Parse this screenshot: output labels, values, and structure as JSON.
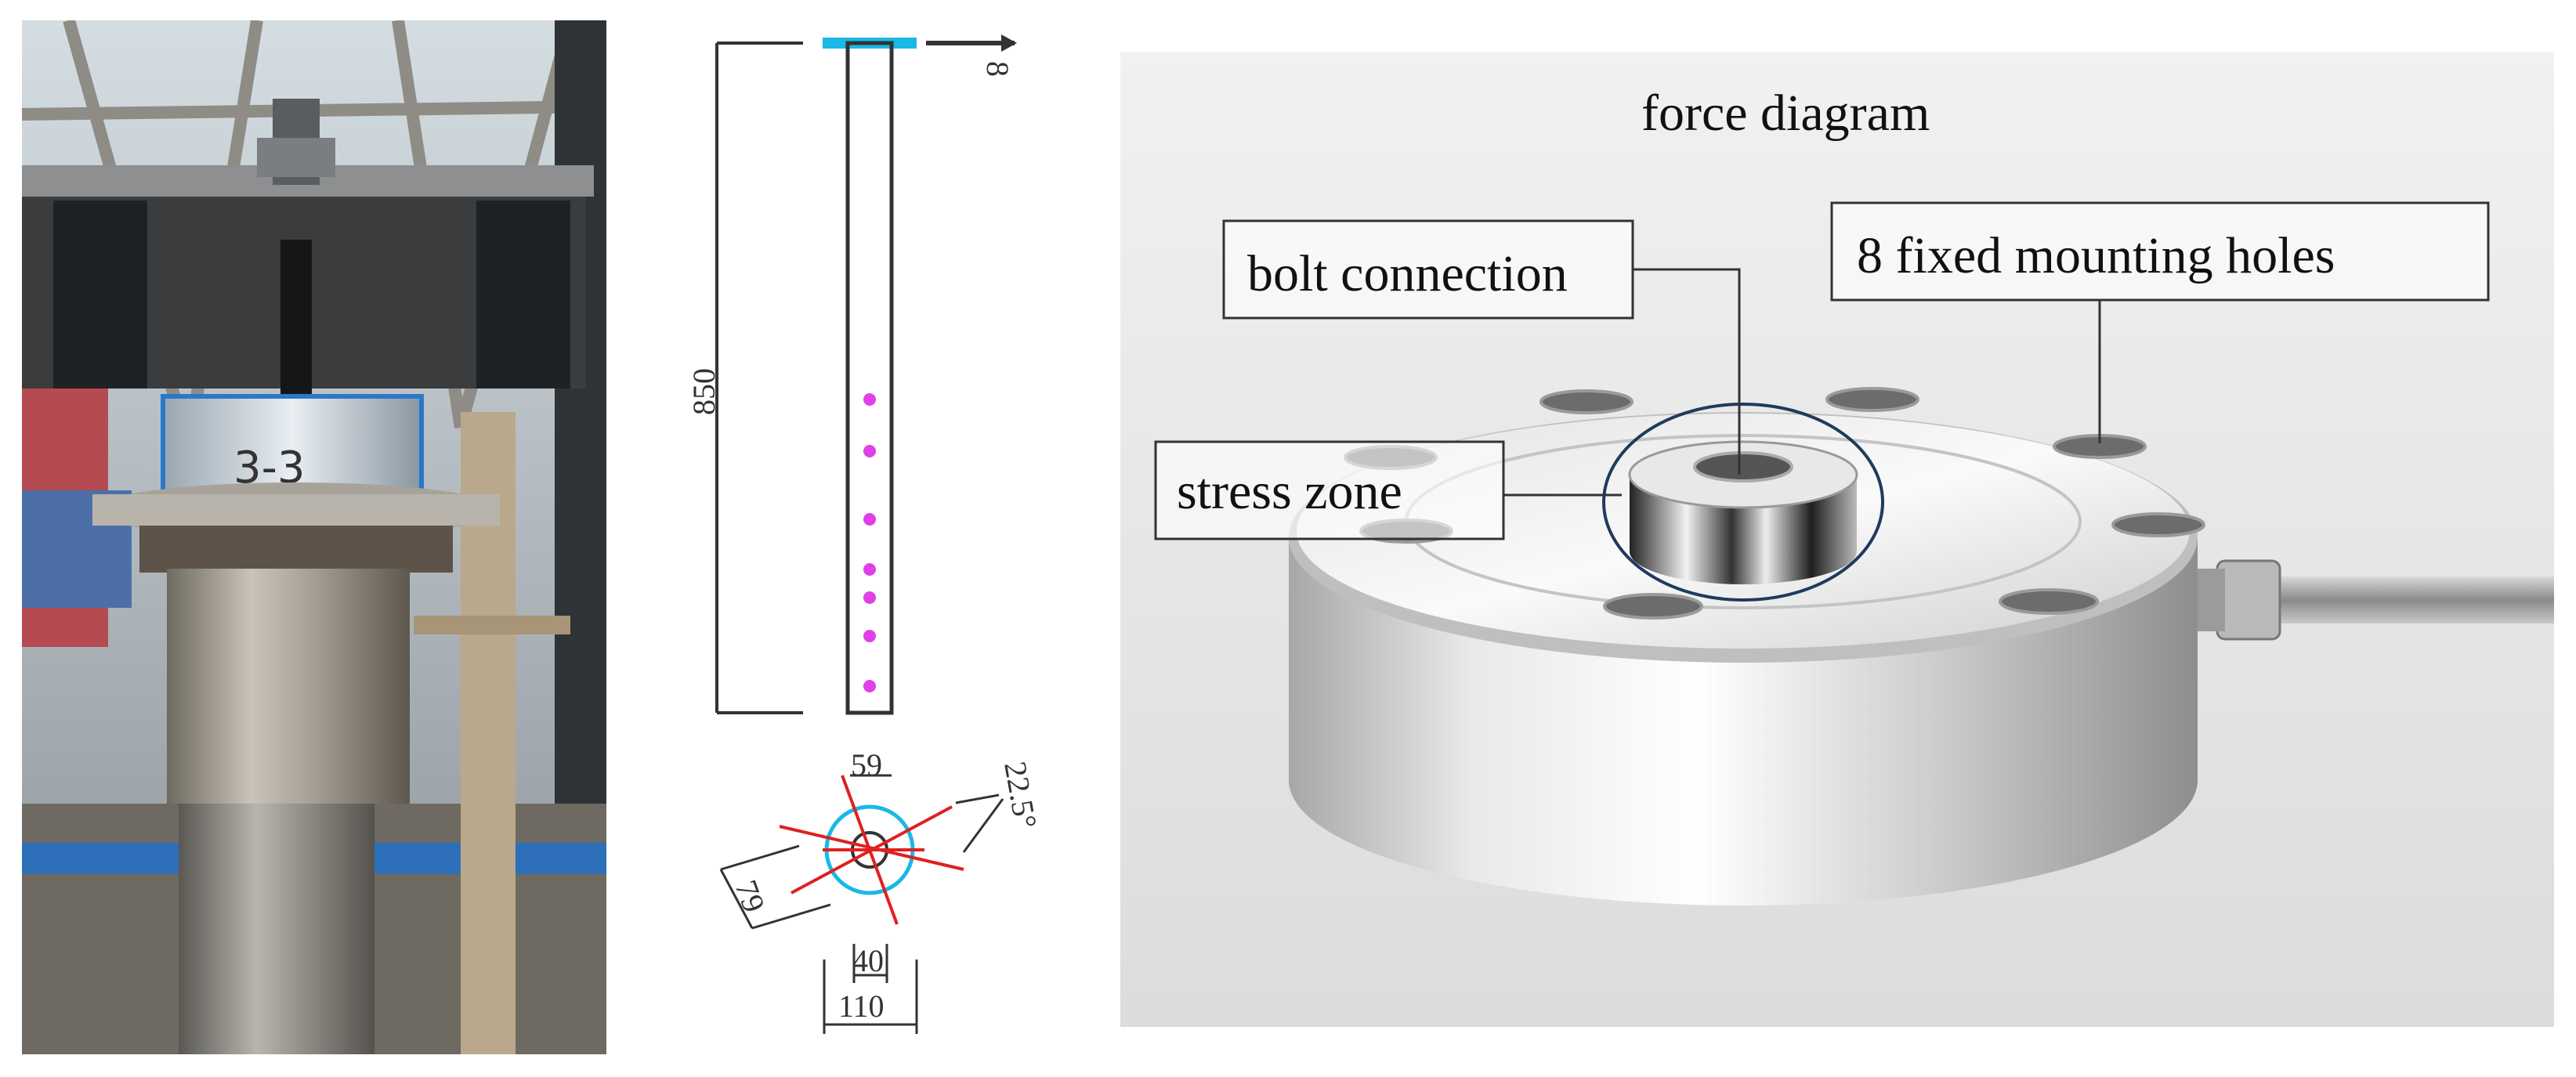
{
  "photo": {
    "specimen_label": "3-3"
  },
  "drawing": {
    "height_dim": "850",
    "top_dim": "8",
    "dim_59": "59",
    "dim_angle": "22.5°",
    "dim_79": "79",
    "dim_40": "40",
    "dim_110": "110",
    "colors": {
      "cyan": "#1ab8e6",
      "magenta": "#e040e8",
      "red": "#e02020",
      "line": "#333333"
    }
  },
  "product": {
    "title": "force diagram",
    "callouts": {
      "bolt": "bolt connection",
      "holes": "8 fixed mounting holes",
      "stress": "stress zone"
    },
    "colors": {
      "ellipse": "#1f3a5c"
    }
  }
}
